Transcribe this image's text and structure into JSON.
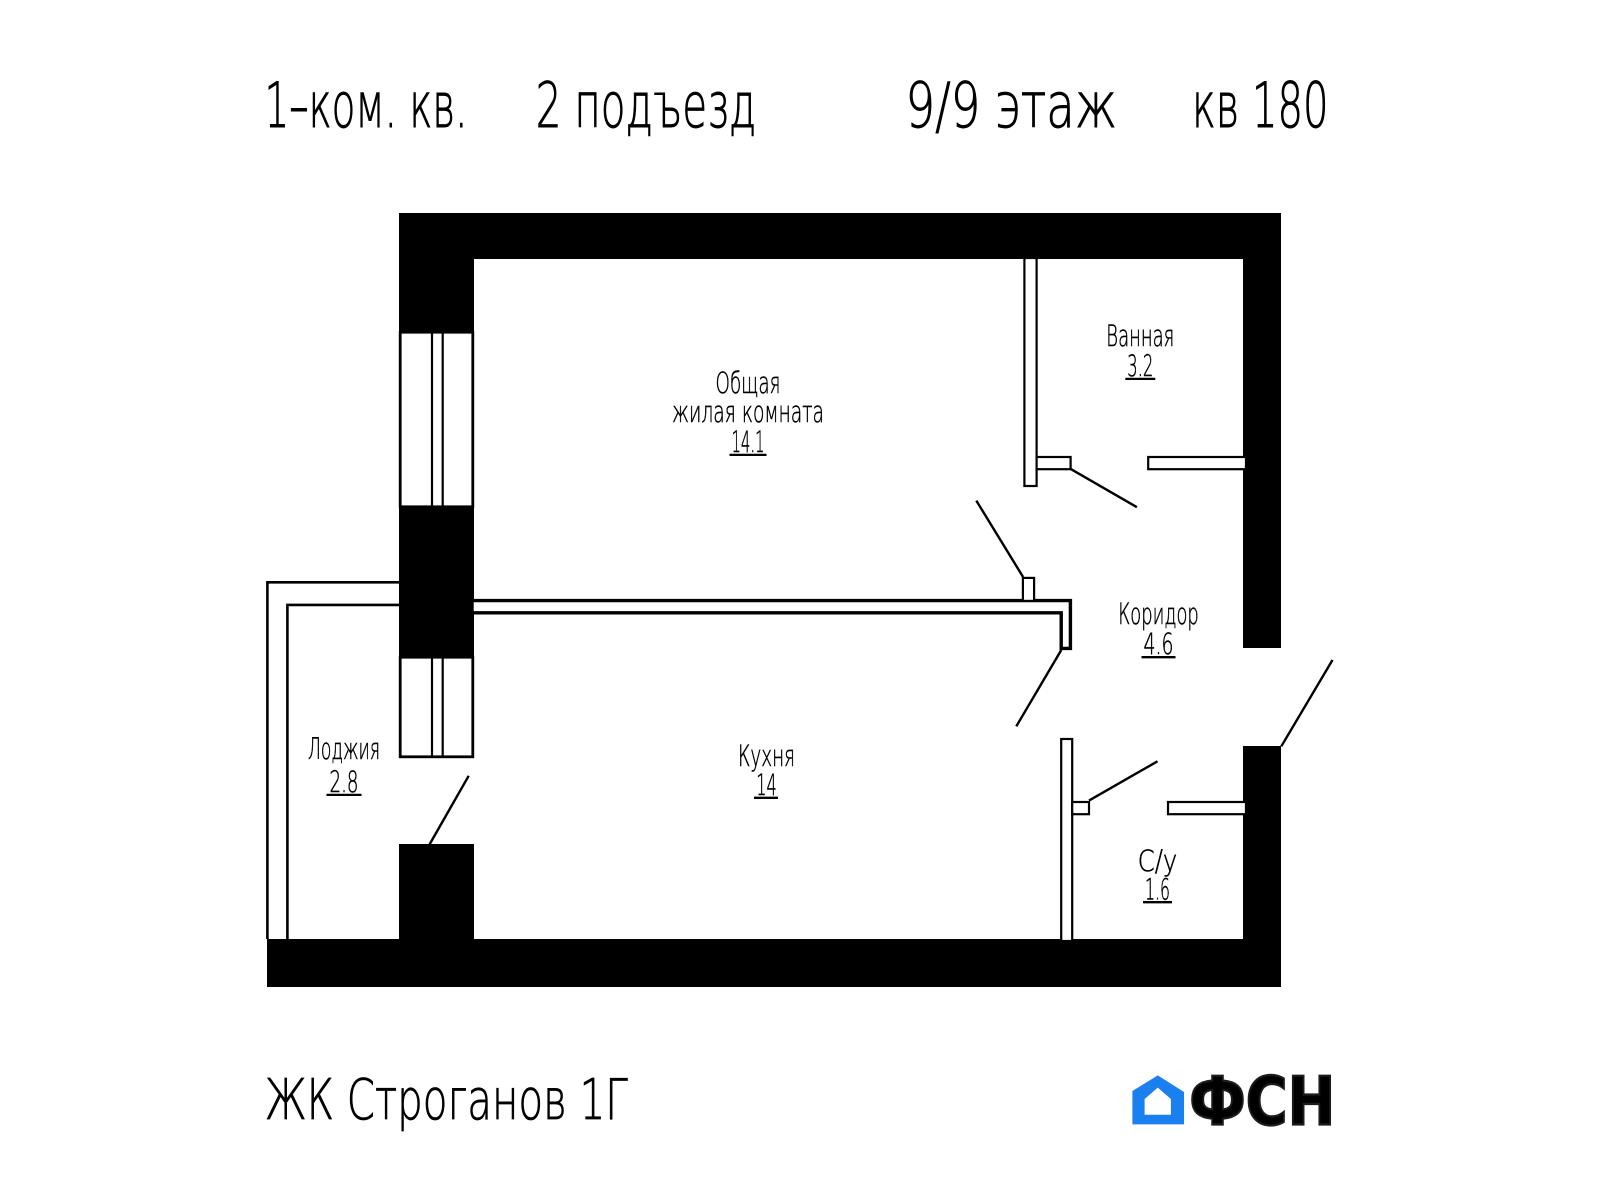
{
  "header": {
    "apartment_type": "1–ком. кв.",
    "entrance": "2 подъезд",
    "floor": "9/9 этаж",
    "apartment_number": "кв 180"
  },
  "rooms": {
    "living": {
      "name_line1": "Общая",
      "name_line2": "жилая комната",
      "area": "14.1"
    },
    "bathroom": {
      "name": "Ванная",
      "area": "3.2"
    },
    "corridor": {
      "name": "Коридор",
      "area": "4.6"
    },
    "kitchen": {
      "name": "Кухня",
      "area": "14"
    },
    "loggia": {
      "name": "Лоджия",
      "area": "2.8"
    },
    "wc": {
      "name": "С/у",
      "area": "1.6"
    }
  },
  "footer": {
    "project_name": "ЖК Строганов 1Г",
    "logo_text": "ФСН"
  },
  "colors": {
    "plan_black": "#000000",
    "logo_blue": "#1a80f0",
    "logo_text_color": "#1d1d1d"
  }
}
